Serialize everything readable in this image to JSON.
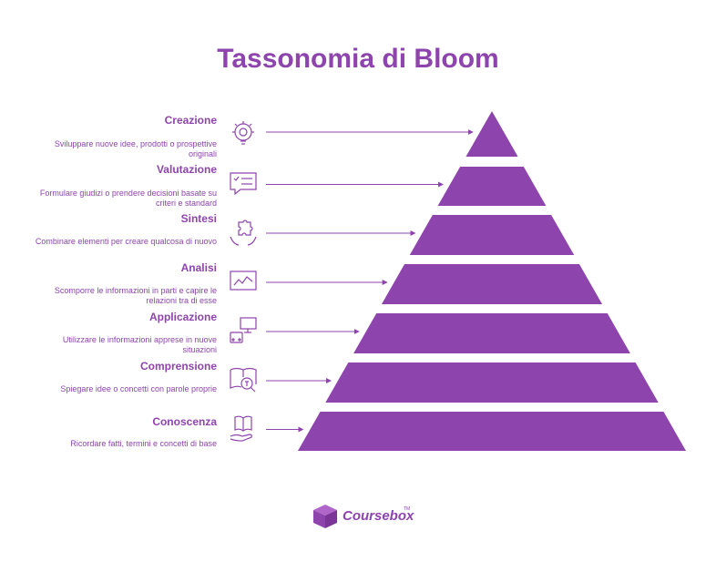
{
  "title": "Tassonomia di Bloom",
  "accent_color": "#8e44ad",
  "levels": [
    {
      "title": "Creazione",
      "desc": "Sviluppare nuove idee, prodotti o prospettive originali",
      "icon": "lightbulb-gear-icon"
    },
    {
      "title": "Valutazione",
      "desc": "Formulare giudizi o prendere decisioni basate su criteri e standard",
      "icon": "checklist-speech-icon"
    },
    {
      "title": "Sintesi",
      "desc": "Combinare elementi per creare qualcosa di nuovo",
      "icon": "hands-puzzle-icon"
    },
    {
      "title": "Analisi",
      "desc": "Scomporre le informazioni in parti e capire le relazioni tra di esse",
      "icon": "line-chart-icon"
    },
    {
      "title": "Applicazione",
      "desc": "Utilizzare le informazioni apprese in nuove situazioni",
      "icon": "monitor-bus-icon"
    },
    {
      "title": "Comprensione",
      "desc": "Spiegare idee o concetti con parole proprie",
      "icon": "book-magnifier-icon"
    },
    {
      "title": "Conoscenza",
      "desc": "Ricordare fatti, termini e concetti di base",
      "icon": "open-book-hand-icon"
    }
  ],
  "logo": {
    "text": "Coursebox",
    "tm": "TM"
  }
}
